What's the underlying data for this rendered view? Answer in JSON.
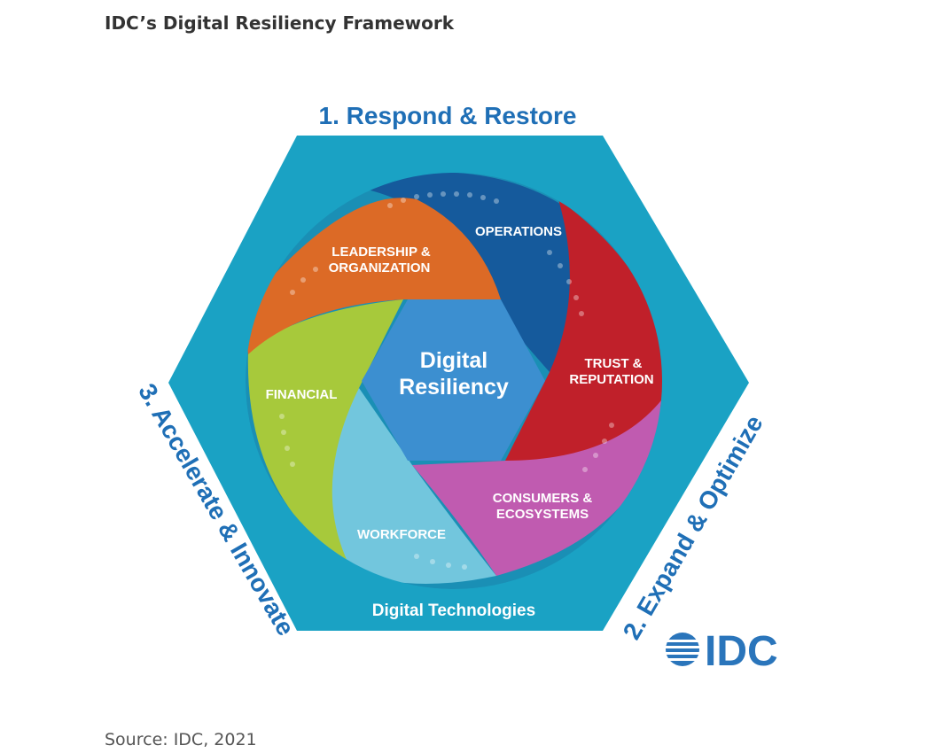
{
  "title": "IDC’s Digital Resiliency Framework",
  "source": "Source:  IDC, 2021",
  "phases": {
    "respond": "1. Respond & Restore",
    "expand": "2. Expand & Optimize",
    "accelerate": "3. Accelerate & Innovate"
  },
  "center": {
    "line1": "Digital",
    "line2": "Resiliency"
  },
  "footer_label": "Digital Technologies",
  "segments": {
    "operations": "OPERATIONS",
    "trust_line1": "TRUST &",
    "trust_line2": "REPUTATION",
    "consumers_line1": "CONSUMERS &",
    "consumers_line2": "ECOSYSTEMS",
    "workforce": "WORKFORCE",
    "financial": "FINANCIAL",
    "leadership_line1": "LEADERSHIP &",
    "leadership_line2": "ORGANIZATION"
  },
  "logo": {
    "text": "IDC"
  },
  "colors": {
    "hexagon": "#1aa2c4",
    "operations": "#155a9c",
    "trust": "#c0202a",
    "consumers": "#c05bb0",
    "workforce": "#72c6dd",
    "financial": "#a7c93b",
    "leadership": "#dc6a26",
    "center": "#3c8fd0",
    "outer_text": "#1f6fb6"
  }
}
